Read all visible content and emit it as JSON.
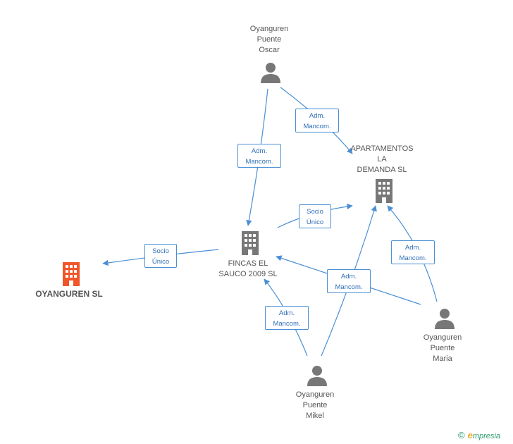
{
  "nodes": {
    "oscar": {
      "label": "Oyanguren\nPuente\nOscar",
      "type": "person"
    },
    "apart": {
      "label": "APARTAMENTOS\nLA\nDEMANDA SL",
      "type": "company"
    },
    "fincas": {
      "label": "FINCAS EL\nSAUCO 2009 SL",
      "type": "company"
    },
    "oyang": {
      "label": "OYANGUREN SL",
      "type": "company-highlight"
    },
    "maria": {
      "label": "Oyanguren\nPuente\nMaria",
      "type": "person"
    },
    "mikel": {
      "label": "Oyanguren\nPuente\nMikel",
      "type": "person"
    }
  },
  "edge_labels": {
    "oscar_apart": "Adm.\nMancom.",
    "oscar_fincas": "Adm.\nMancom.",
    "fincas_apart": "Socio\nÚnico",
    "fincas_oyang": "Socio\nÚnico",
    "maria_apart": "Adm.\nMancom.",
    "shared_fincas": "Adm.\nMancom.",
    "mikel_fincas": "Adm.\nMancom."
  },
  "colors": {
    "edge": "#4a8fd6",
    "person_icon": "#777777",
    "company_icon": "#777777",
    "highlight_icon": "#f0562a"
  },
  "footer": {
    "copyright": "©",
    "brand_initial": "e",
    "brand_rest": "mpresia"
  }
}
